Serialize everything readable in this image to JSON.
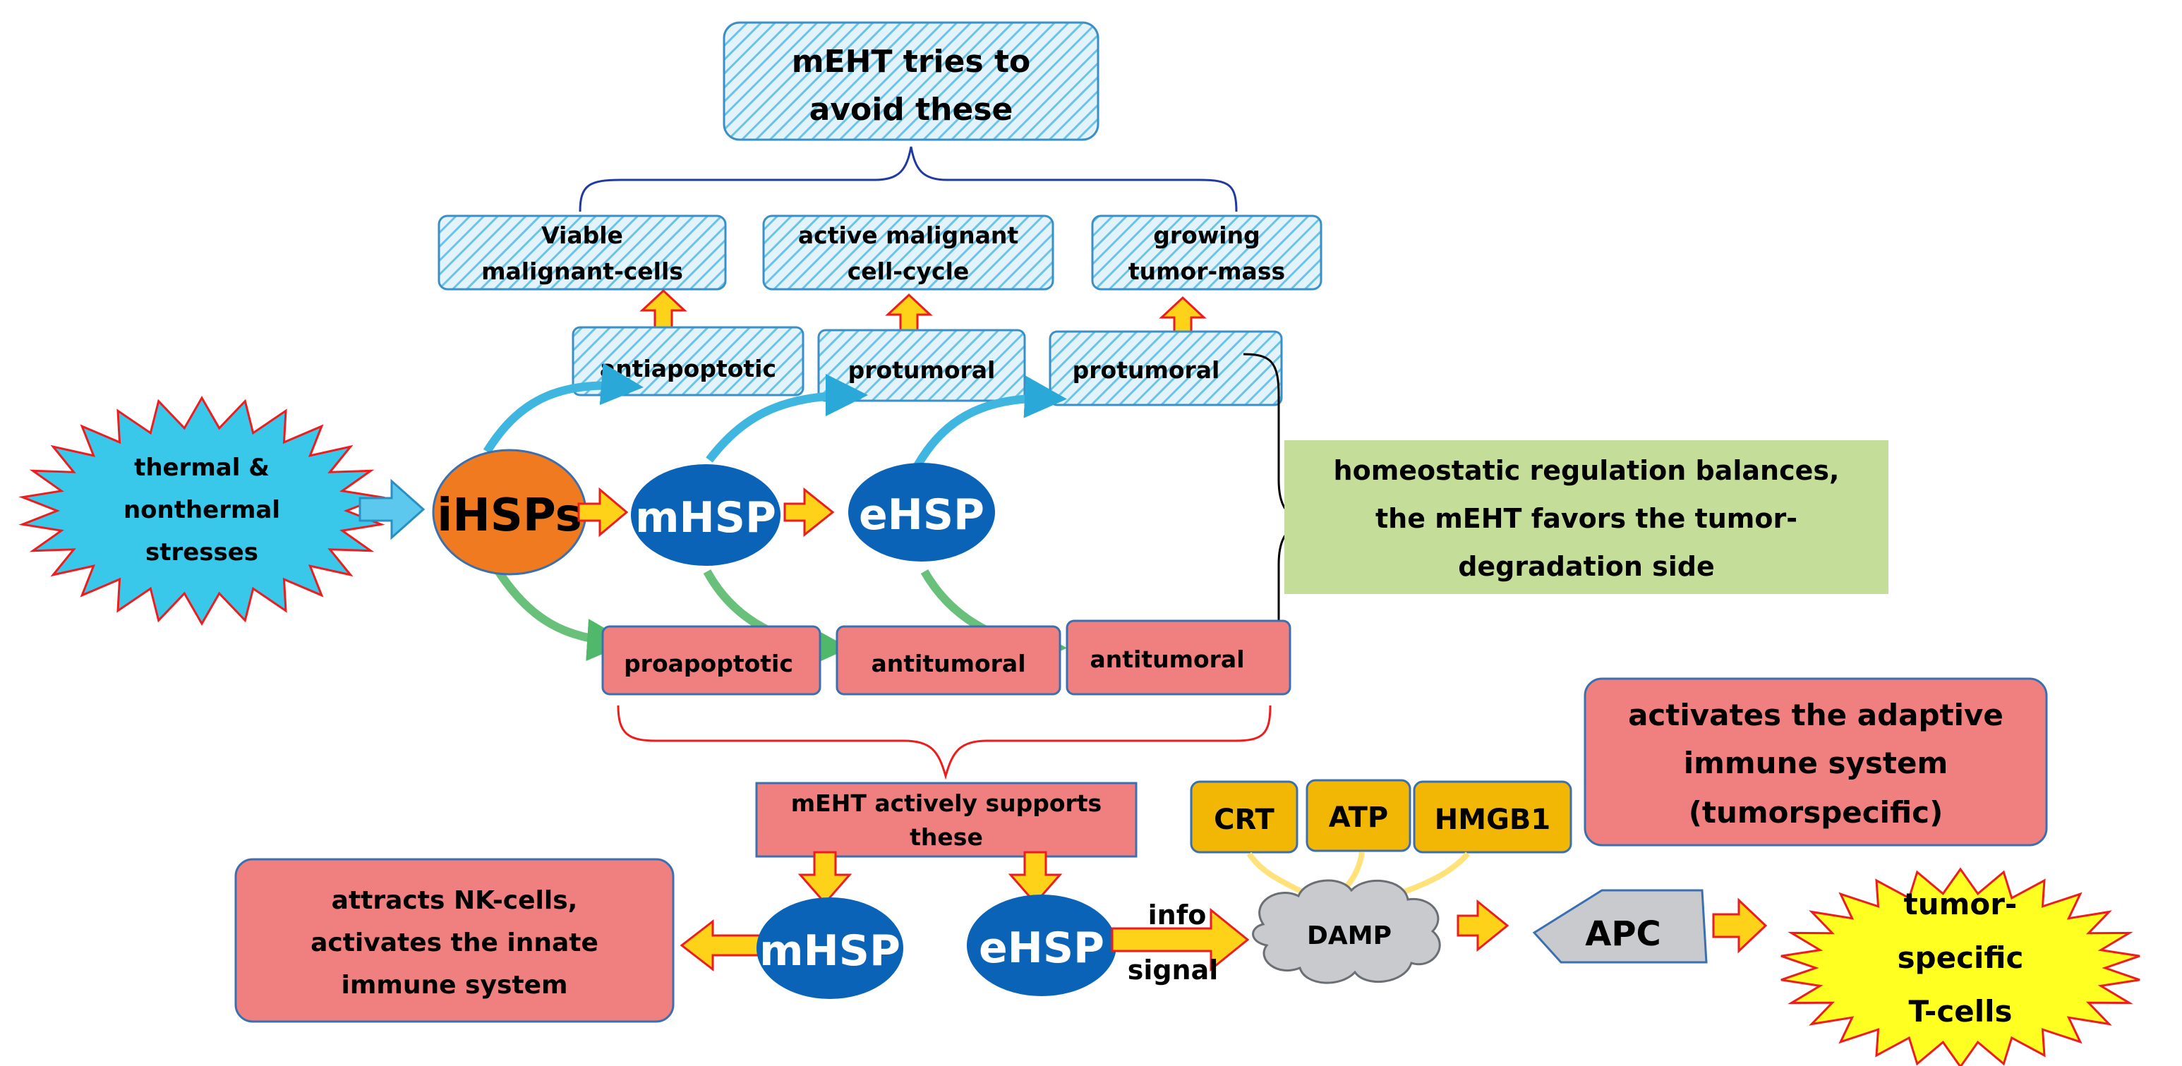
{
  "top_box": {
    "line1": "mEHT tries to",
    "line2": "avoid these"
  },
  "outcomes": {
    "viable": {
      "line1": "Viable",
      "line2": "malignant-cells"
    },
    "cycle": {
      "line1": "active malignant",
      "line2": "cell-cycle"
    },
    "growing": {
      "line1": "growing",
      "line2": "tumor-mass"
    }
  },
  "upper_labels": {
    "antiapoptotic": "antiapoptotic",
    "protumoral1": "protumoral",
    "protumoral2": "protumoral"
  },
  "stress": {
    "line1": "thermal &",
    "line2": "nonthermal",
    "line3": "stresses"
  },
  "hsp": {
    "ihsps": "iHSPs",
    "mhsp": "mHSP",
    "ehsp": "eHSP"
  },
  "homeostatic": {
    "line1": "homeostatic regulation balances,",
    "line2": "the mEHT favors the tumor-",
    "line3": "degradation side"
  },
  "lower_labels": {
    "proapoptotic": "proapoptotic",
    "antitumoral1": "antitumoral",
    "antitumoral2": "antitumoral"
  },
  "supports": {
    "line1": "mEHT actively supports",
    "line2": "these"
  },
  "innate": {
    "line1": "attracts NK-cells,",
    "line2": "activates the innate",
    "line3": "immune system"
  },
  "bottom_hsp": {
    "mhsp": "mHSP",
    "ehsp": "eHSP"
  },
  "signal": {
    "info": "info",
    "signal": "signal"
  },
  "damp_items": {
    "crt": "CRT",
    "atp": "ATP",
    "hmgb1": "HMGB1"
  },
  "damp": "DAMP",
  "apc": "APC",
  "adaptive": {
    "line1": "activates the adaptive",
    "line2": "immune system",
    "line3": "(tumorspecific)"
  },
  "tcells": {
    "line1": "tumor-",
    "line2": "specific",
    "line3": "T-cells"
  },
  "colors": {
    "hatch_blue": "#bfe3f3",
    "pink": "#f08080",
    "green_box": "#c4dd99",
    "dark_blue": "#0b63b8",
    "orange": "#ef7a1f",
    "yellow": "#ffd21a",
    "gold": "#f2b705",
    "star_cyan": "#39c7ea",
    "arrow_red": "#ee1c1c"
  }
}
